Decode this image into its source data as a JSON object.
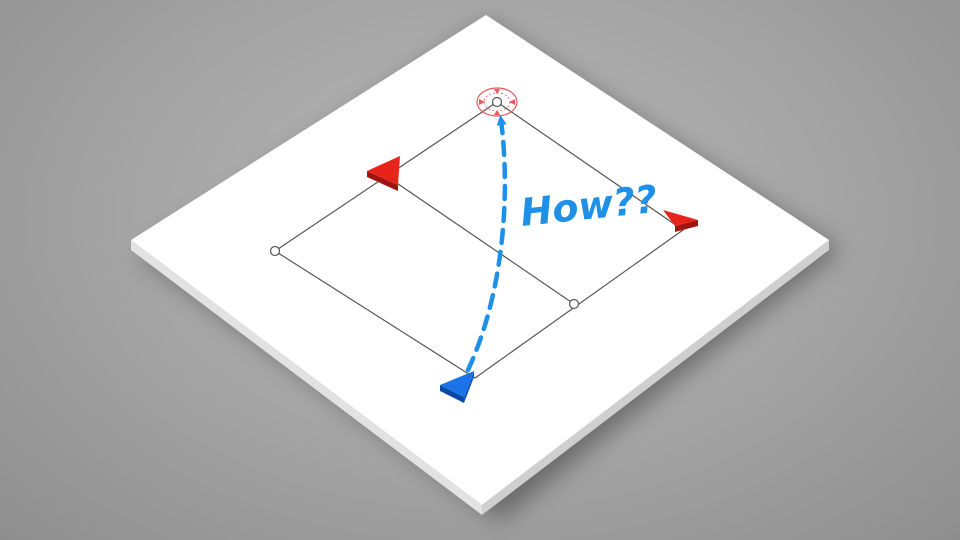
{
  "annotation": {
    "text": "How??",
    "color": "#1e90e8"
  },
  "colors": {
    "background": "#a8a8a8",
    "board_top": "#ffffff",
    "board_edge_right": "#d4d4d4",
    "board_edge_left": "#e6e6e6",
    "grid_line": "#555555",
    "enemy_marker": "#e8231a",
    "enemy_marker_side": "#a01510",
    "player_marker": "#1a73e8",
    "player_marker_side": "#0d4aa8",
    "target_ring": "#e85a5a",
    "path_arrow": "#1e90e8"
  },
  "markers": {
    "player": {
      "name": "blue-player-marker",
      "color": "blue"
    },
    "enemies": [
      {
        "name": "red-marker-upper-left",
        "color": "red"
      },
      {
        "name": "red-marker-right",
        "color": "red"
      }
    ],
    "target": {
      "name": "target-node",
      "style": "red-dashed-ring"
    }
  },
  "nodes": [
    "left-node",
    "right-node",
    "top-node",
    "bottom-node"
  ]
}
